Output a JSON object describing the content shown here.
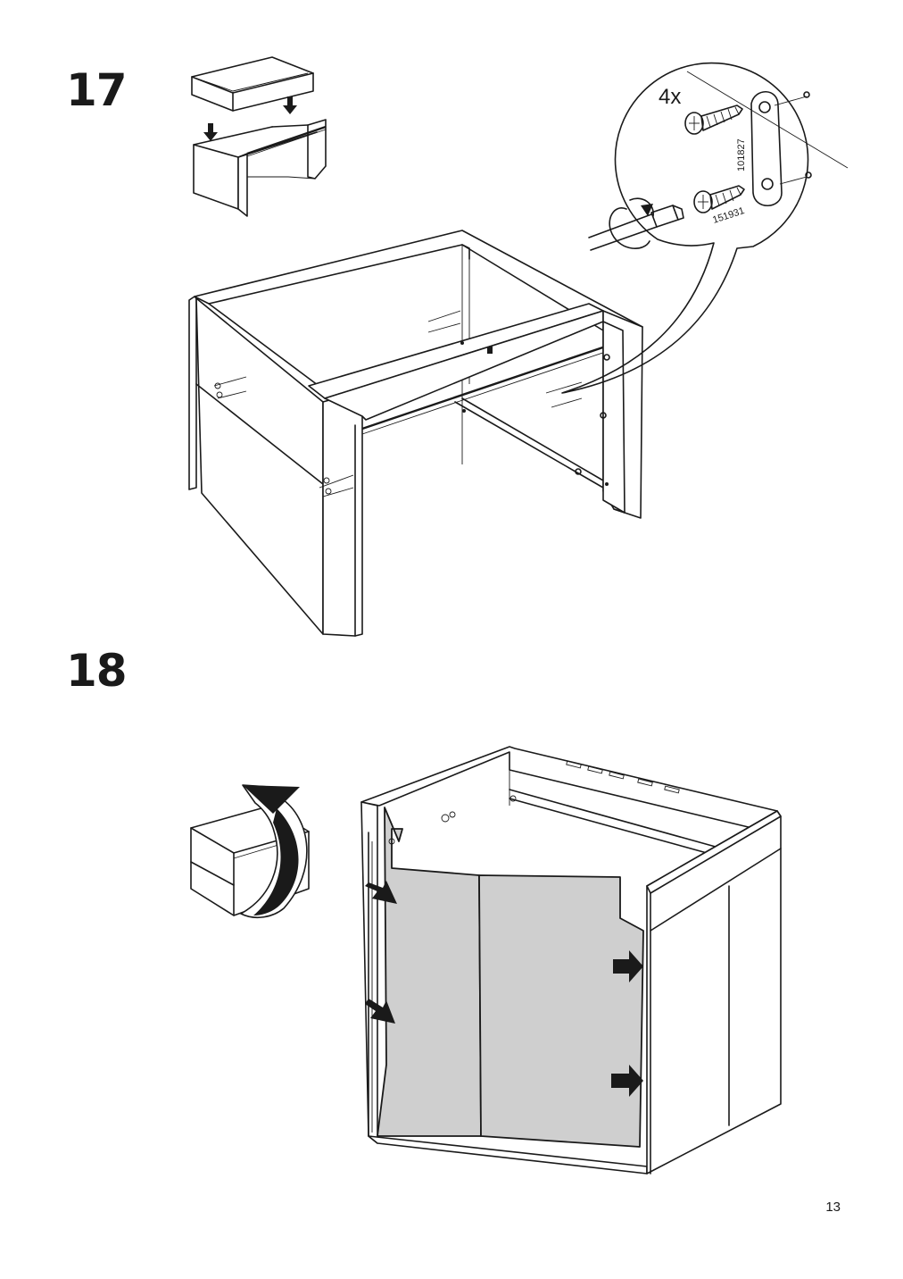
{
  "page": {
    "number": "13"
  },
  "steps": [
    {
      "number": "17",
      "detail": {
        "quantity": "4x",
        "part_bracket": "101827",
        "part_screw": "151931"
      }
    },
    {
      "number": "18"
    }
  ]
}
